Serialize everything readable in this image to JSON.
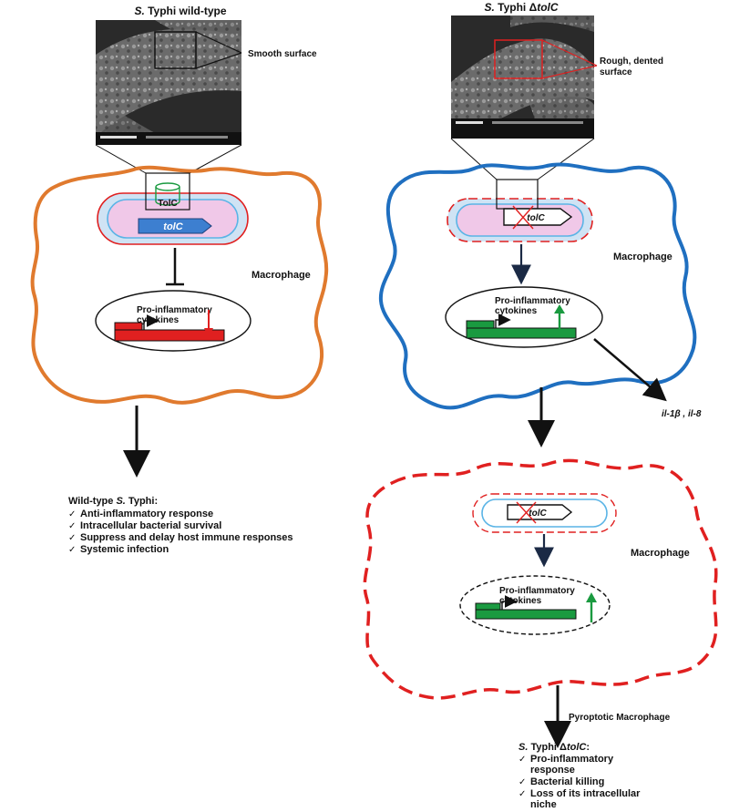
{
  "wildtype": {
    "title_prefix": "S.",
    "title_rest": " Typhi wild-type",
    "callout": "Smooth surface",
    "protein_label": "TolC",
    "gene_label": "tolC",
    "macrophage_label": "Macrophage",
    "cytokine_label_line1": "Pro-inflammatory",
    "cytokine_label_line2": "cytokines",
    "outcome_title_prefix": "Wild-type ",
    "outcome_title_italic": "S.",
    "outcome_title_rest": " Typhi:",
    "outcomes": [
      "Anti-inflammatory response",
      "Intracellular bacterial survival",
      "Suppress and delay host immune responses",
      "Systemic infection"
    ]
  },
  "mutant": {
    "title_prefix": "S.",
    "title_rest": " Typhi Δ",
    "title_gene": "tolC",
    "callout_line1": "Rough, dented",
    "callout_line2": "surface",
    "gene_label": "tolC",
    "macrophage_label": "Macrophage",
    "cytokine_label_line1": "Pro-inflammatory",
    "cytokine_label_line2": "cytokines",
    "secreted_label": "il-1β , il-8",
    "macrophage2_label": "Macrophage",
    "cytokine2_label_line1": "Pro-inflammatory",
    "cytokine2_label_line2": "cytokines",
    "pyroptotic_label": "Pyroptotic Macrophage",
    "outcome_title_prefix": "S.",
    "outcome_title_rest": " Typhi Δ",
    "outcome_title_gene": "tolC",
    "outcome_title_colon": ":",
    "outcomes": [
      [
        "Pro-inflammatory",
        "response"
      ],
      [
        "Bacterial killing"
      ],
      [
        "Loss of its intracellular",
        "niche"
      ]
    ]
  },
  "colors": {
    "wildtype_macrophage": "#e07a2e",
    "mutant_macrophage": "#1f6fc0",
    "pyroptotic_macrophage": "#e02020",
    "bacterium_fill": "#f0c8e8",
    "bacterium_inner": "#5ab4e6",
    "gene_blue": "#3d7fd0",
    "gene_red": "#e02020",
    "gene_green": "#1a9a40",
    "arrow_dark": "#1b2a45"
  },
  "icons": [
    "check-icon",
    "up-arrow-icon",
    "down-arrow-icon",
    "cross-icon",
    "tolc-channel-icon"
  ]
}
